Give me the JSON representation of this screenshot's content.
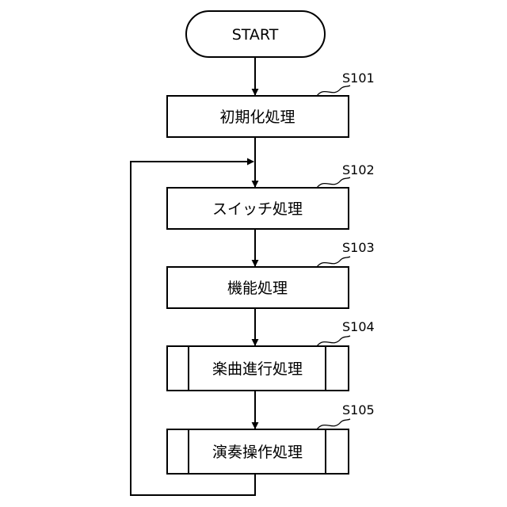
{
  "start": {
    "label": "START"
  },
  "steps": [
    {
      "id": "S101",
      "label": "初期化処理"
    },
    {
      "id": "S102",
      "label": "スイッチ処理"
    },
    {
      "id": "S103",
      "label": "機能処理"
    },
    {
      "id": "S104",
      "label": "楽曲進行処理"
    },
    {
      "id": "S105",
      "label": "演奏操作処理"
    }
  ]
}
